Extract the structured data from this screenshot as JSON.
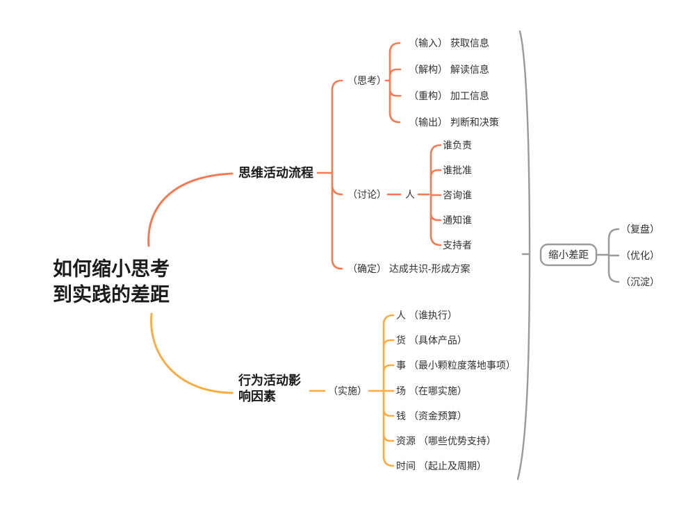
{
  "colors": {
    "thought": "#fa7850",
    "action": "#fbac40",
    "summary": "#97999b",
    "box_border": "#9a9a9a",
    "text": "#303030",
    "heading": "#1b1b1b"
  },
  "root": {
    "line1": "如何缩小思考",
    "line2": "到实践的差距"
  },
  "thought_branch": {
    "label": "思维活动流程",
    "think": {
      "label": "（思考）",
      "children": [
        "（输入） 获取信息",
        "（解构） 解读信息",
        "（重构） 加工信息",
        "（输出） 判断和决策"
      ]
    },
    "discuss": {
      "label": "（讨论）",
      "person": {
        "label": "人",
        "children": [
          "谁负责",
          "谁批准",
          "咨询谁",
          "通知谁",
          "支持者"
        ]
      }
    },
    "confirm": "（确定） 达成共识-形成方案"
  },
  "action_branch": {
    "label_line1": "行为活动影",
    "label_line2": "响因素",
    "implement": {
      "label": "（实施）",
      "children": [
        "人 （谁执行）",
        "货 （具体产品）",
        "事 （最小颗粒度落地事项）",
        "场 （在哪实施）",
        "钱 （资金预算）",
        "资源 （哪些优势支持）",
        "时间 （起止及周期）"
      ]
    }
  },
  "summary": {
    "label": "缩小差距",
    "children": [
      "（复盘）",
      "（优化）",
      "（沉淀）"
    ]
  }
}
